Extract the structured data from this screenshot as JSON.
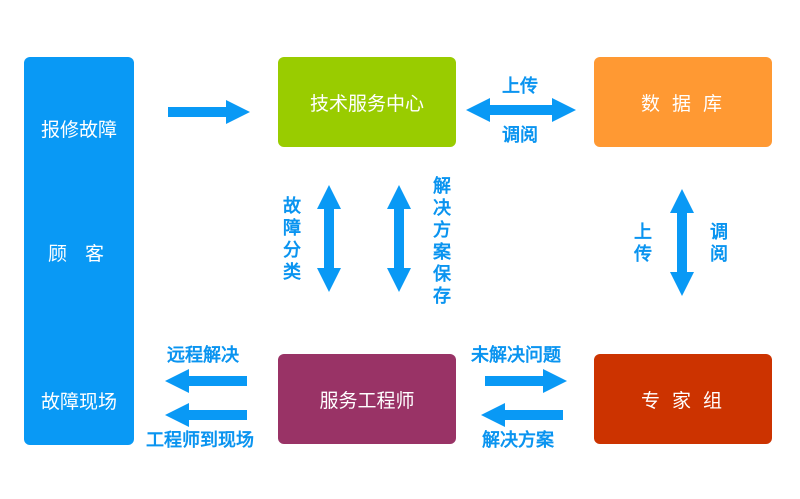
{
  "colors": {
    "customer": "#0999f5",
    "tech_center": "#99cc00",
    "database": "#ff9933",
    "engineer": "#993366",
    "expert": "#cc3300",
    "arrow": "#0999f5"
  },
  "nodes": {
    "customer": {
      "top_label": "报修故障",
      "middle_label": "顾 客",
      "bottom_label": "故障现场"
    },
    "tech_center": {
      "label": "技术服务中心"
    },
    "database": {
      "label": "数 据 库"
    },
    "engineer": {
      "label": "服务工程师"
    },
    "expert": {
      "label": "专 家 组"
    }
  },
  "edges": {
    "tech_db_up": "上传",
    "tech_db_down": "调阅",
    "fault_classify": [
      "故",
      "障",
      "分",
      "类"
    ],
    "solution_save": [
      "解",
      "决",
      "方",
      "案",
      "保",
      "存"
    ],
    "db_expert_upload": [
      "上",
      "传"
    ],
    "db_expert_read": [
      "调",
      "阅"
    ],
    "remote_solve": "远程解决",
    "onsite": "工程师到现场",
    "unsolved": "未解决问题",
    "solution": "解决方案"
  }
}
